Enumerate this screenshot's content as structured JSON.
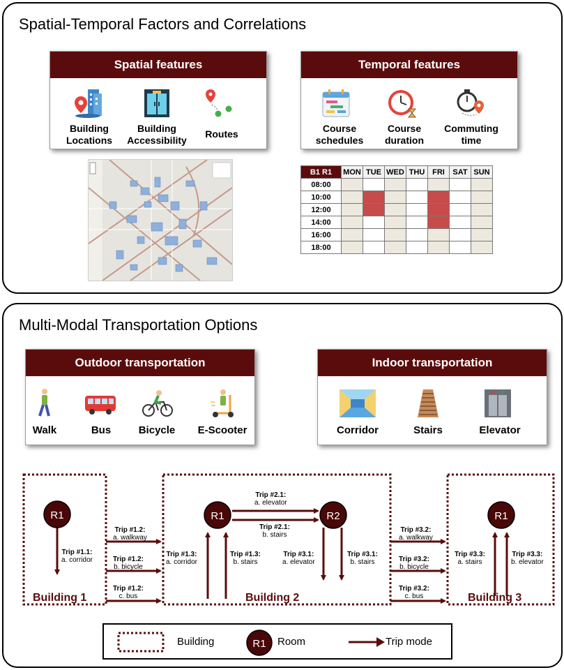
{
  "top_panel": {
    "title": "Spatial-Temporal Factors and Correlations",
    "spatial": {
      "header": "Spatial features",
      "items": [
        {
          "icon": "building-location-icon",
          "label1": "Building",
          "label2": "Locations"
        },
        {
          "icon": "building-accessibility-icon",
          "label1": "Building",
          "label2": "Accessibility"
        },
        {
          "icon": "routes-icon",
          "label1": "Routes",
          "label2": ""
        }
      ]
    },
    "temporal": {
      "header": "Temporal features",
      "items": [
        {
          "icon": "calendar-icon",
          "label1": "Course",
          "label2": "schedules"
        },
        {
          "icon": "clock-hourglass-icon",
          "label1": "Course",
          "label2": "duration"
        },
        {
          "icon": "stopwatch-pin-icon",
          "label1": "Commuting",
          "label2": "time"
        }
      ]
    },
    "schedule": {
      "corner": "B1 R1",
      "days": [
        "MON",
        "TUE",
        "WED",
        "THU",
        "FRI",
        "SAT",
        "SUN"
      ],
      "times": [
        "08:00",
        "10:00",
        "12:00",
        "14:00",
        "16:00",
        "18:00"
      ],
      "cells": [
        [
          "g",
          "w",
          "g",
          "w",
          "g",
          "w",
          "g"
        ],
        [
          "g",
          "r",
          "g",
          "w",
          "r",
          "w",
          "g"
        ],
        [
          "g",
          "r",
          "g",
          "w",
          "r",
          "w",
          "g"
        ],
        [
          "g",
          "w",
          "g",
          "w",
          "r",
          "w",
          "g"
        ],
        [
          "g",
          "w",
          "g",
          "w",
          "g",
          "w",
          "g"
        ],
        [
          "g",
          "w",
          "g",
          "w",
          "g",
          "w",
          "g"
        ]
      ],
      "colors": {
        "w": "#ffffff",
        "g": "#eee9df",
        "r": "#c84b4b"
      }
    }
  },
  "bottom_panel": {
    "title": "Multi-Modal Transportation Options",
    "outdoor": {
      "header": "Outdoor transportation",
      "items": [
        {
          "icon": "walk-icon",
          "label": "Walk"
        },
        {
          "icon": "bus-icon",
          "label": "Bus"
        },
        {
          "icon": "bicycle-icon",
          "label": "Bicycle"
        },
        {
          "icon": "e-scooter-icon",
          "label": "E-Scooter"
        }
      ]
    },
    "indoor": {
      "header": "Indoor transportation",
      "items": [
        {
          "icon": "corridor-icon",
          "label": "Corridor"
        },
        {
          "icon": "stairs-icon",
          "label": "Stairs"
        },
        {
          "icon": "elevator-icon",
          "label": "Elevator"
        }
      ]
    },
    "graph": {
      "buildings": [
        "Building 1",
        "Building 2",
        "Building 3"
      ],
      "room_r1": "R1",
      "room_r2": "R2",
      "trips": {
        "t11": {
          "id": "Trip #1.1:",
          "mode": "a. corridor"
        },
        "t12a": {
          "id": "Trip #1.2:",
          "mode": "a. walkway"
        },
        "t12b": {
          "id": "Trip #1.2:",
          "mode": "b. bicycle"
        },
        "t12c": {
          "id": "Trip #1.2:",
          "mode": "c. bus"
        },
        "t13a": {
          "id": "Trip #1.3:",
          "mode": "a. corridor"
        },
        "t13b": {
          "id": "Trip #1.3:",
          "mode": "b. stairs"
        },
        "t21a": {
          "id": "Trip #2.1:",
          "mode": "a. elevator"
        },
        "t21b": {
          "id": "Trip #2.1:",
          "mode": "b. stairs"
        },
        "t31a": {
          "id": "Trip #3.1:",
          "mode": "a. elevator"
        },
        "t31b": {
          "id": "Trip #3.1:",
          "mode": "b. stairs"
        },
        "t32a": {
          "id": "Trip #3.2:",
          "mode": "a. walkway"
        },
        "t32b": {
          "id": "Trip #3.2:",
          "mode": "b. bicycle"
        },
        "t32c": {
          "id": "Trip #3.2:",
          "mode": "c. bus"
        },
        "t33a": {
          "id": "Trip #3.3:",
          "mode": "a. stairs"
        },
        "t33b": {
          "id": "Trip #3.3:",
          "mode": "b. elevator"
        }
      }
    },
    "legend": {
      "building": "Building",
      "room_tag": "R1",
      "room": "Room",
      "trip_mode": "Trip mode"
    }
  },
  "colors": {
    "maroon": "#5a0c0c",
    "room_fill": "#4a0707"
  }
}
